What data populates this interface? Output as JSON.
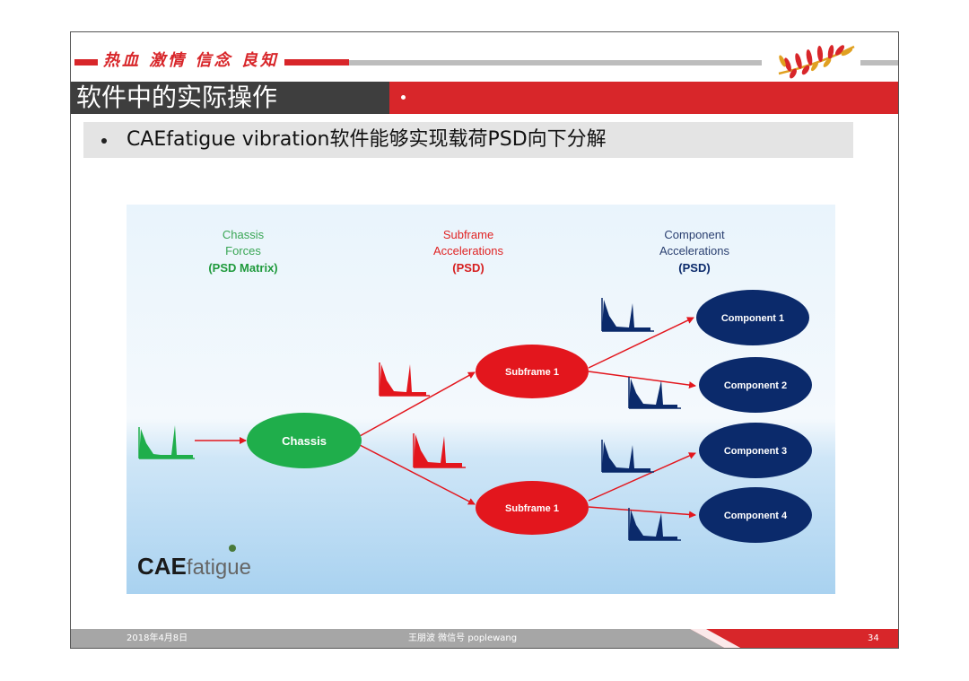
{
  "header": {
    "motto": "热血 激情 信念 良知",
    "title": "软件中的实际操作"
  },
  "bullet": {
    "text": "CAEfatigue vibration软件能够实现载荷PSD向下分解"
  },
  "diagram": {
    "columns": [
      {
        "line1": "Chassis",
        "line2": "Forces",
        "line3": "(PSD Matrix)",
        "color": "#3aa655",
        "emph": "#1f9a3c"
      },
      {
        "line1": "Subframe",
        "line2": "Accelerations",
        "line3": "(PSD)",
        "color": "#e02424",
        "emph": "#d61f1f"
      },
      {
        "line1": "Component",
        "line2": "Accelerations",
        "line3": "(PSD)",
        "color": "#2a3f70",
        "emph": "#0b2a6b"
      }
    ],
    "nodes": {
      "chassis": "Chassis",
      "subframe_a": "Subframe 1",
      "subframe_b": "Subframe 1",
      "component1": "Component 1",
      "component2": "Component 2",
      "component3": "Component 3",
      "component4": "Component 4"
    },
    "logo_bold": "CAE",
    "logo_light": "fatigue",
    "colors": {
      "green": "#1fae4b",
      "red": "#e3161d",
      "navy": "#0b2a6b",
      "arrow": "#e3161d"
    }
  },
  "footer": {
    "date": "2018年4月8日",
    "author": "王朋波  微信号  poplewang",
    "page": "34"
  }
}
